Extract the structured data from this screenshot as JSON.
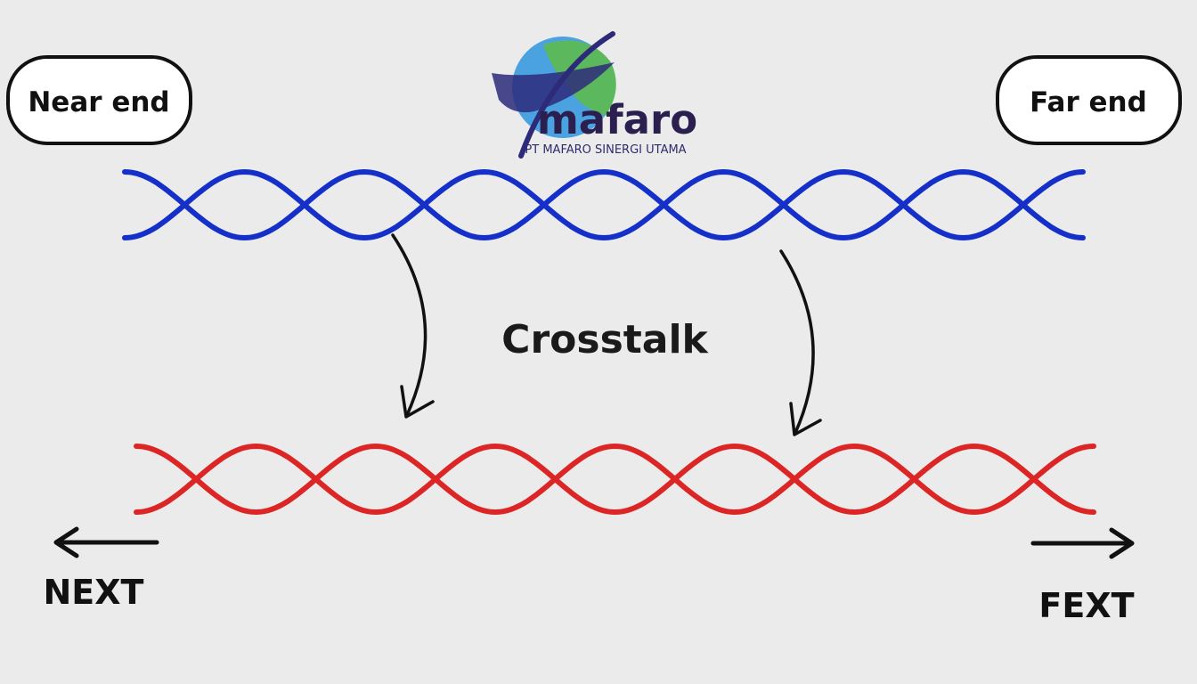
{
  "labels": {
    "near_end": "Near end",
    "far_end": "Far end",
    "center": "Crosstalk",
    "next": "NEXT",
    "fext": "FEXT"
  },
  "logo": {
    "wordmark": "mafaro",
    "tagline": "PT MAFARO SINERGI UTAMA",
    "colors": {
      "globe_blue": "#4aa3e0",
      "globe_green": "#5cb85c",
      "swoosh": "#2d2a7a"
    }
  },
  "cables": {
    "top_color": "#1430c8",
    "bottom_color": "#dc2626"
  },
  "icons": {
    "left_arrow": "arrow-left-icon",
    "right_arrow": "arrow-right-icon",
    "curved_arrows": "curved-arrow-down-icon"
  }
}
